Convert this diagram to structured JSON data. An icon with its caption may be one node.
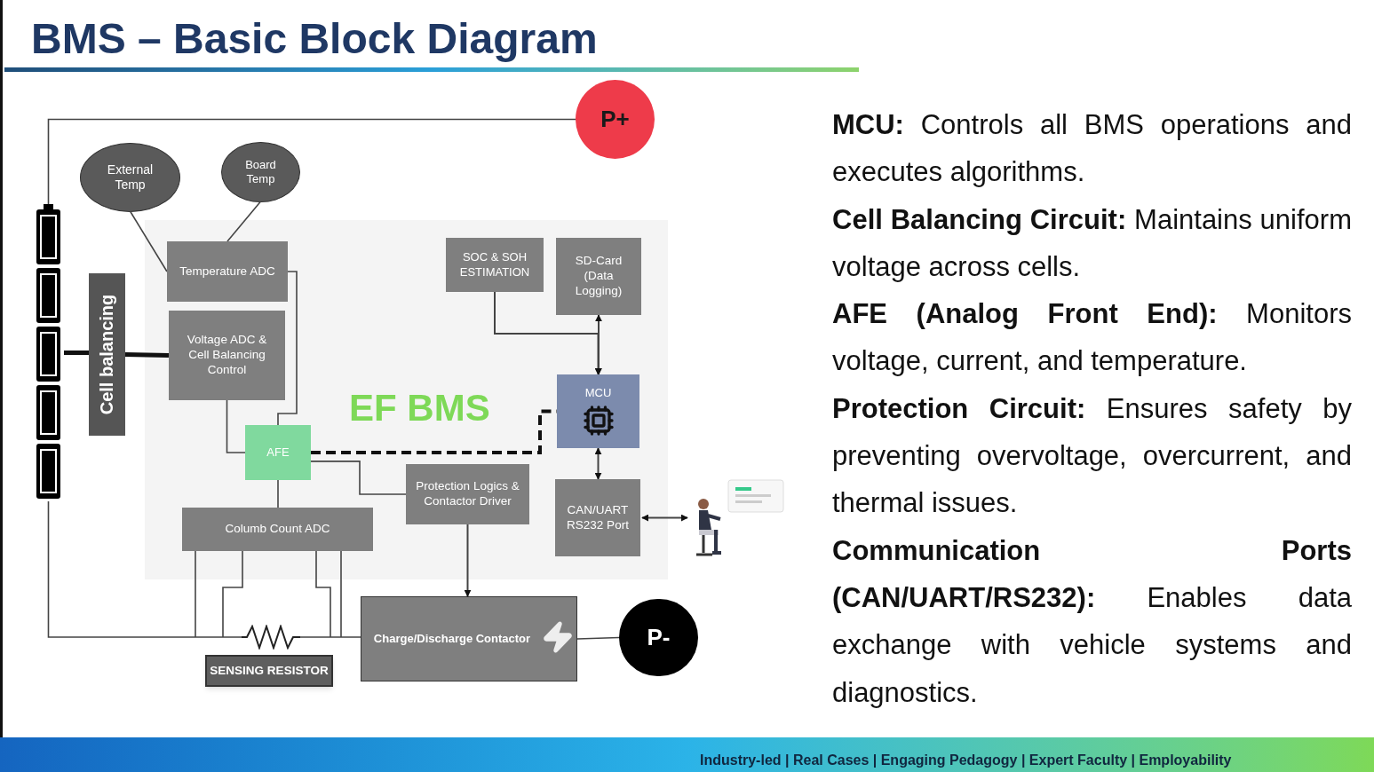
{
  "diagram": {
    "title": "BMS – Basic Block Diagram",
    "nodes": [
      {
        "text": [
          "P+"
        ]
      },
      {
        "text": [
          "External Temp"
        ]
      },
      {
        "text": [
          "Board Temp"
        ]
      },
      {
        "text": [],
        "shape": "picture"
      },
      {
        "text": [
          "Cell balancing"
        ]
      },
      {
        "text": [
          "EF BMS"
        ]
      },
      {
        "text": [
          "Temperature ADC"
        ],
        "in": 5
      },
      {
        "text": [
          "Voltage ADC & Cell Balancing Control"
        ],
        "in": 5
      },
      {
        "text": [
          "AFE"
        ],
        "in": 5
      },
      {
        "text": [
          "Columb Count ADC"
        ],
        "in": 5
      },
      {
        "text": [
          "SOC & SOH ESTIMATION"
        ],
        "in": 5
      },
      {
        "text": [
          "SD-Card (Data Logging)"
        ],
        "in": 5
      },
      {
        "text": [
          "MCU"
        ],
        "in": 5
      },
      {
        "text": [
          "Protection Logics & Contactor Driver"
        ],
        "in": 5
      },
      {
        "text": [
          "CAN/UART RS232 Port"
        ],
        "in": 5
      },
      {
        "text": [],
        "shape": "picture"
      },
      {
        "text": [
          "SENSING RESISTOR"
        ]
      },
      {
        "text": [],
        "shape": "resistor"
      },
      {
        "text": [
          "Charge/Discharge Contactor"
        ]
      },
      {
        "text": [
          "P-"
        ]
      }
    ],
    "edges": [
      {
        "from": 0,
        "to": 3,
        "arrow": "none"
      },
      {
        "from": 1,
        "to": 6,
        "arrow": "none"
      },
      {
        "from": 2,
        "to": 6,
        "arrow": "none"
      },
      {
        "from": 3,
        "to": 4,
        "arrow": "none",
        "style": "thick"
      },
      {
        "from": 4,
        "to": 7,
        "arrow": "none",
        "style": "thick"
      },
      {
        "from": 6,
        "to": 8,
        "arrow": "none"
      },
      {
        "from": 7,
        "to": 8,
        "arrow": "none"
      },
      {
        "from": 8,
        "to": 12,
        "arrow": "none",
        "style": "dashed"
      },
      {
        "from": 8,
        "to": 13,
        "arrow": "none"
      },
      {
        "from": 8,
        "to": 9,
        "arrow": "none"
      },
      {
        "from": 10,
        "to": 12,
        "arrow": "to"
      },
      {
        "from": 11,
        "to": 12,
        "arrow": "both"
      },
      {
        "from": 12,
        "to": 14,
        "arrow": "both"
      },
      {
        "from": 14,
        "to": 15,
        "arrow": "both"
      },
      {
        "from": 13,
        "to": 18,
        "arrow": "to"
      },
      {
        "from": 18,
        "to": 19,
        "arrow": "none"
      },
      {
        "from": 3,
        "to": 17,
        "arrow": "none"
      },
      {
        "from": 17,
        "to": 18,
        "arrow": "none"
      },
      {
        "from": 9,
        "to": null,
        "arrow": "none"
      },
      {
        "from": 9,
        "to": null,
        "arrow": "none"
      },
      {
        "from": 9,
        "to": null,
        "arrow": "none"
      },
      {
        "from": 9,
        "to": null,
        "arrow": "none"
      }
    ],
    "labels": [
      "**MCU:** Controls all BMS operations and executes algorithms.",
      "**Cell Balancing Circuit:** Maintains uniform voltage across cells.",
      "**AFE (Analog Front End):** Monitors voltage, current, and temperature.",
      "**Protection Circuit:** Ensures safety by preventing overvoltage, overcurrent, and thermal issues.",
      "**Communication Ports (CAN/UART/RS232):** Enables data exchange with vehicle systems and diagnostics.",
      "Industry-led | Real Cases | Engaging Pedagogy | Expert Faculty | Employability"
    ]
  }
}
